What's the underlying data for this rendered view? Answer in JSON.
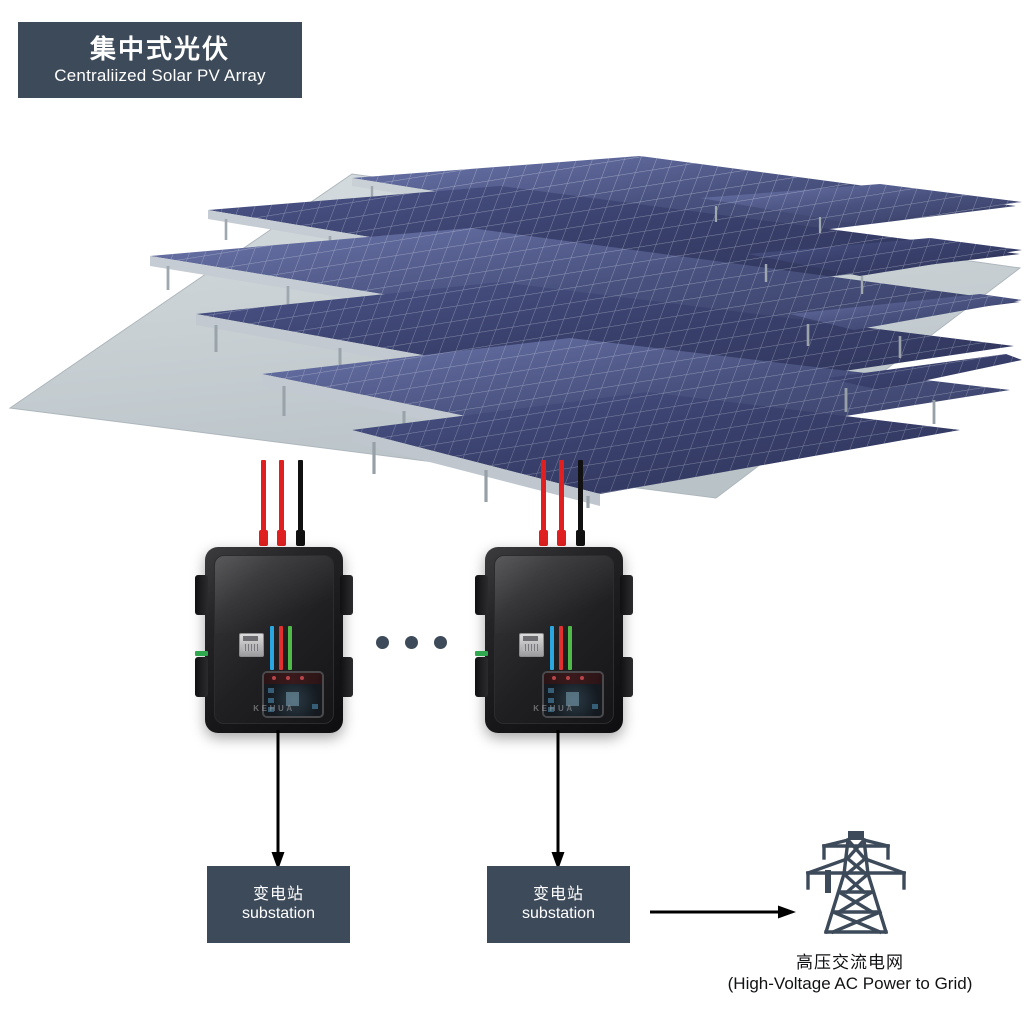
{
  "title_badge": {
    "cn": "集中式光伏",
    "en": "Centraliized Solar PV Array",
    "bg_color": "#3d4a5a",
    "text_color": "#ffffff"
  },
  "solar_array": {
    "name": "centralized-solar-pv-array",
    "ground_color": "#c5ced2",
    "panel_color": "#3b4372",
    "panel_highlight": "#6f78a8",
    "frame_color": "#b9c0c6",
    "rows": 11
  },
  "inverters": [
    {
      "id": "inverter-1",
      "brand": "KEHUA",
      "cables": [
        {
          "name": "dc-cable-positive-1",
          "color": "#e02020"
        },
        {
          "name": "dc-cable-positive-2",
          "color": "#e02020"
        },
        {
          "name": "dc-cable-negative",
          "color": "#111111"
        }
      ],
      "stripes": [
        {
          "name": "indicator-stripe-blue",
          "color": "#2aa7e0"
        },
        {
          "name": "indicator-stripe-red",
          "color": "#e03030"
        },
        {
          "name": "indicator-stripe-green",
          "color": "#4fba48"
        }
      ],
      "ports": {
        "ethernet": "rj45-port",
        "ac_out": "green-terminal"
      }
    },
    {
      "id": "inverter-2",
      "brand": "KEHUA",
      "cables": [
        {
          "name": "dc-cable-positive-1",
          "color": "#e02020"
        },
        {
          "name": "dc-cable-positive-2",
          "color": "#e02020"
        },
        {
          "name": "dc-cable-negative",
          "color": "#111111"
        }
      ],
      "stripes": [
        {
          "name": "indicator-stripe-blue",
          "color": "#2aa7e0"
        },
        {
          "name": "indicator-stripe-red",
          "color": "#e03030"
        },
        {
          "name": "indicator-stripe-green",
          "color": "#4fba48"
        }
      ],
      "ports": {
        "ethernet": "rj45-port",
        "ac_out": "green-terminal"
      }
    }
  ],
  "ellipsis": {
    "dots": 3,
    "color": "#3d4a5a"
  },
  "substations": [
    {
      "id": "substation-1",
      "cn": "变电站",
      "en": "substation",
      "bg_color": "#3d4a5a"
    },
    {
      "id": "substation-2",
      "cn": "变电站",
      "en": "substation",
      "bg_color": "#3d4a5a"
    }
  ],
  "grid": {
    "icon": "transmission-tower-icon",
    "icon_color": "#3d4a5a",
    "cn": "高压交流电网",
    "en": "(High-Voltage AC Power to Grid)",
    "text_color": "#111214"
  },
  "arrows": [
    {
      "name": "arrow-inverter-1-to-substation-1",
      "direction": "down",
      "color": "#000000"
    },
    {
      "name": "arrow-inverter-2-to-substation-2",
      "direction": "down",
      "color": "#000000"
    },
    {
      "name": "arrow-substation-to-grid",
      "direction": "right",
      "color": "#000000"
    }
  ]
}
